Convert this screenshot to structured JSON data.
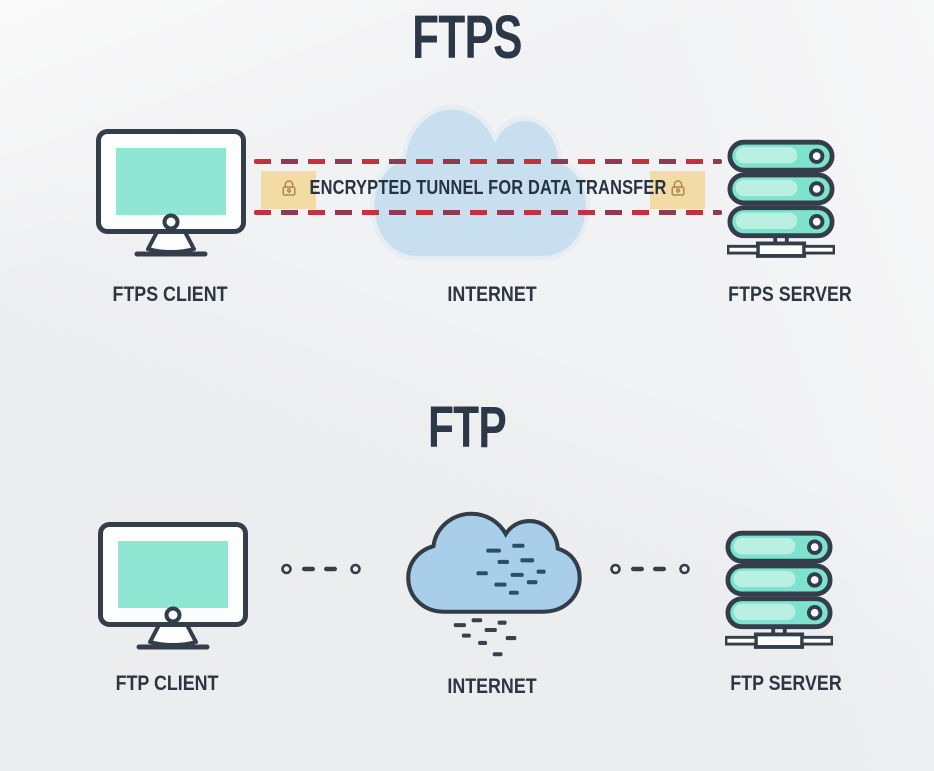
{
  "page": {
    "background": "#ecedef",
    "description": "FTPS vs FTP comparison diagram"
  },
  "colors": {
    "ink_outline": "#333e4a",
    "heading_text": "#2c3847",
    "screen_teal": "#8fe7d3",
    "server_teal": "#7de3cf",
    "server_teal_highlight": "#b9f0e2",
    "cloud_ftps_fill": "#c7dfee",
    "cloud_ftps_border": "#e7edf2",
    "cloud_ftp_fill": "#a8cee9",
    "tunnel_dash_red": "#c5303f",
    "tunnel_dash_maroon": "#8e3b52",
    "lock_box_fill": "#f3dba6",
    "lock_glyph": "#ae8b50",
    "data_dash_blue": "#2a4f6d",
    "rain_dash_dark": "#37424d"
  },
  "sections": {
    "ftps": {
      "title": "FTPS",
      "tunnel_label": "ENCRYPTED TUNNEL FOR DATA TRANSFER",
      "client_label": "FTPS CLIENT",
      "internet_label": "INTERNET",
      "server_label": "FTPS SERVER"
    },
    "ftp": {
      "title": "FTP",
      "client_label": "FTP CLIENT",
      "internet_label": "INTERNET",
      "server_label": "FTP SERVER"
    }
  }
}
